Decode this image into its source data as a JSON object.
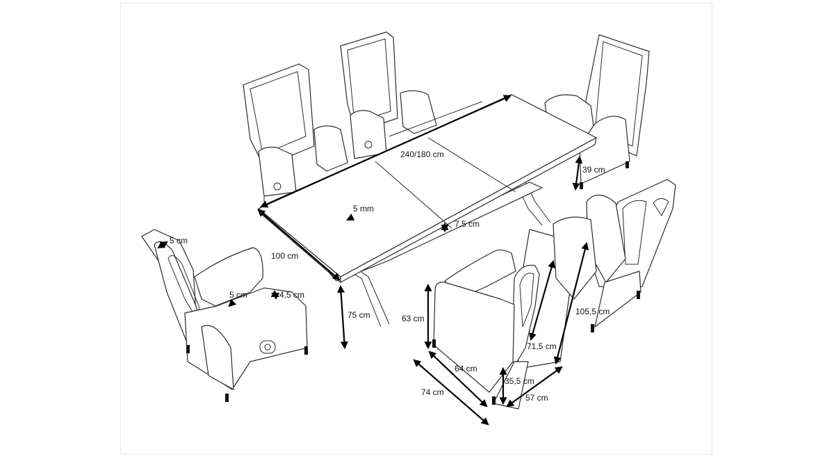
{
  "dimensions": {
    "table_length": "240/180 cm",
    "table_top_thickness": "5 mm",
    "table_edge_height": "7,5 cm",
    "table_width": "100 cm",
    "table_height": "75 cm",
    "chair_seat_clearance": "39 cm",
    "chair_back_thickness": "5 cm",
    "chair_seat_thickness": "5 cm",
    "chair_arm_width": "4,5 cm",
    "chair_arm_height": "63 cm",
    "chair_back_height": "71,5 cm",
    "chair_total_height": "105,5 cm",
    "chair_seat_depth": "64 cm",
    "chair_total_depth": "74 cm",
    "chair_seat_height": "35,5 cm",
    "chair_width": "57 cm"
  }
}
